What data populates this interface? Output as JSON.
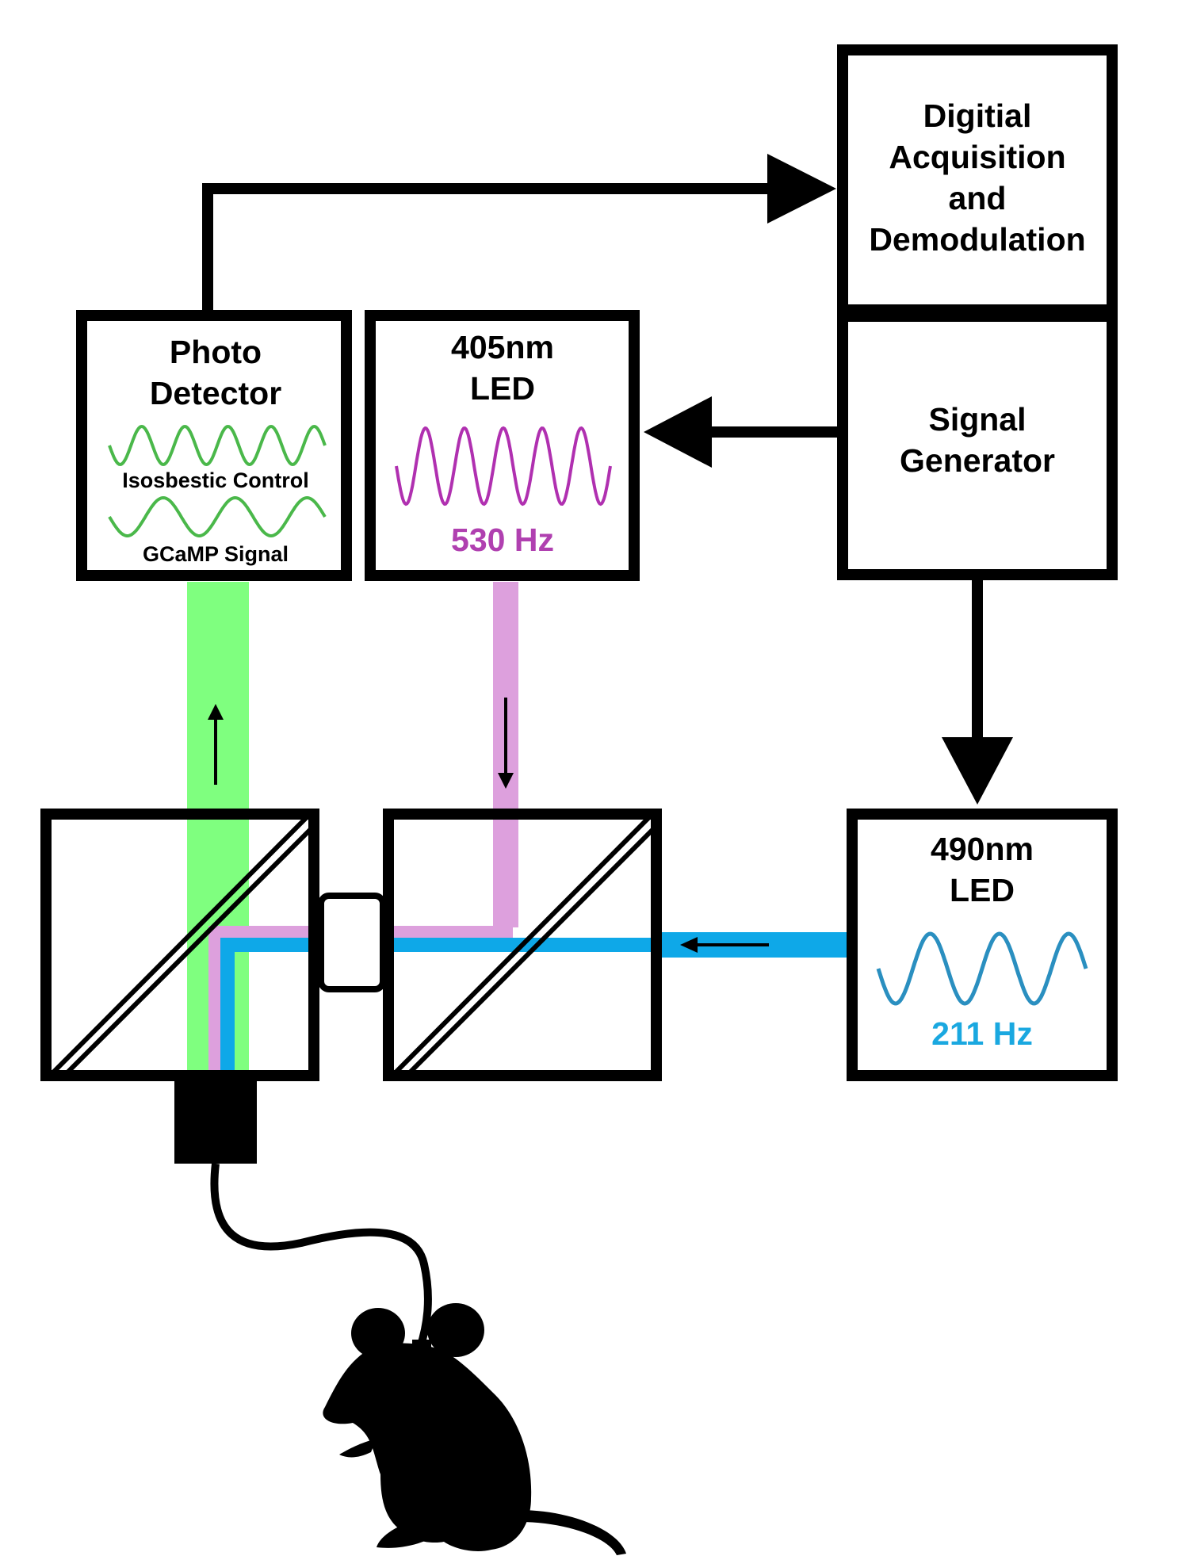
{
  "boxes": {
    "digital_acquisition": {
      "lines": [
        "Digitial",
        "Acquisition",
        "and",
        "Demodulation"
      ]
    },
    "signal_generator": {
      "lines": [
        "Signal",
        "Generator"
      ]
    },
    "photo_detector": {
      "lines": [
        "Photo",
        "Detector"
      ],
      "wave_labels": [
        "Isosbestic Control",
        "GCaMP Signal"
      ]
    },
    "led_405": {
      "lines": [
        "405nm",
        "LED"
      ],
      "frequency": "530 Hz"
    },
    "led_490": {
      "lines": [
        "490nm",
        "LED"
      ],
      "frequency": "211 Hz"
    }
  },
  "colors": {
    "green_path": "#7fff7f",
    "violet_path": "#dda0dd",
    "blue_path": "#0ea8e8",
    "violet_text": "#b040b0",
    "blue_text": "#1aa8e0",
    "wave_green": "#4ab84a",
    "wave_violet": "#b030b0",
    "wave_blue": "#2a8fc0"
  },
  "icons": [
    "arrow-icon",
    "mouse-silhouette-icon",
    "dichroic-mirror-icon",
    "fiber-coupler-icon",
    "lens-icon"
  ]
}
